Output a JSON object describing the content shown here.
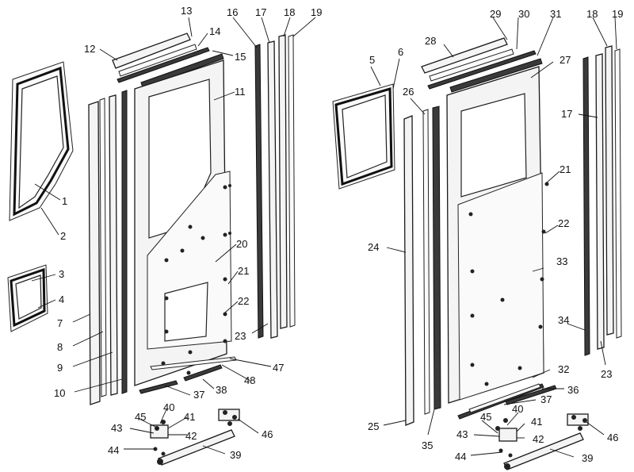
{
  "diagram": {
    "callouts": [
      "1",
      "2",
      "3",
      "4",
      "5",
      "6",
      "7",
      "8",
      "9",
      "10",
      "11",
      "12",
      "13",
      "14",
      "15",
      "16",
      "17",
      "18",
      "19",
      "20",
      "21",
      "22",
      "23",
      "24",
      "25",
      "26",
      "27",
      "28",
      "29",
      "30",
      "31",
      "32",
      "33",
      "34",
      "35",
      "36",
      "37",
      "38",
      "39",
      "40",
      "41",
      "42",
      "43",
      "44",
      "45",
      "46",
      "47",
      "48"
    ],
    "right_callouts": {
      "r17": "17",
      "r18": "18",
      "r19": "19",
      "r21": "21",
      "r22": "22",
      "r23": "23",
      "r37": "37",
      "r39": "39",
      "r40": "40",
      "r41": "41",
      "r42": "42",
      "r43": "43",
      "r44": "44",
      "r45": "45",
      "r46": "46"
    }
  }
}
